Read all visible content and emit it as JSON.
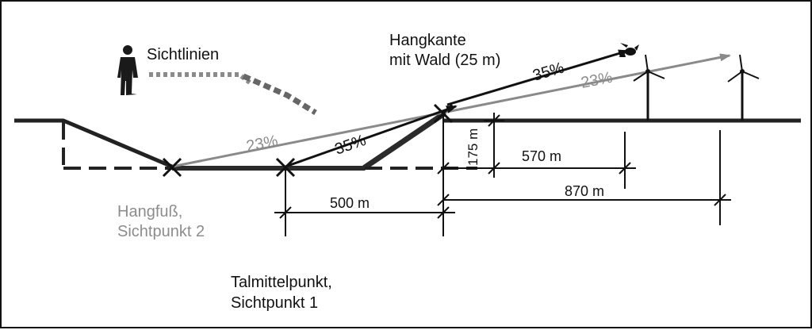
{
  "labels": {
    "legend_sightlines": "Sichtlinien",
    "ridge_edge_line1": "Hangkante",
    "ridge_edge_line2": "mit Wald (25 m)",
    "slope_foot_line1": "Hangfuß,",
    "slope_foot_line2": "Sichtpunkt 2",
    "valley_mid_line1": "Talmittelpunkt,",
    "valley_mid_line2": "Sichtpunkt 1"
  },
  "slopes": {
    "grey_from_slope_foot": "23%",
    "black_from_valley_mid": "35%",
    "black_above_ridge": "35%",
    "grey_above_ridge": "23%"
  },
  "dimensions": {
    "valley_to_ridge": "500 m",
    "ridge_height": "175 m",
    "ridge_to_turbine_1": "570 m",
    "ridge_to_turbine_2": "870 m"
  },
  "colors": {
    "ink": "#111111",
    "grey_line": "#8a8a8a",
    "grey_text": "#8c8c8c",
    "terrain_dark": "#2b2b2b"
  },
  "icons": {
    "observer": "person-silhouette-icon",
    "bird": "bird-icon",
    "turbine": "wind-turbine-icon"
  }
}
